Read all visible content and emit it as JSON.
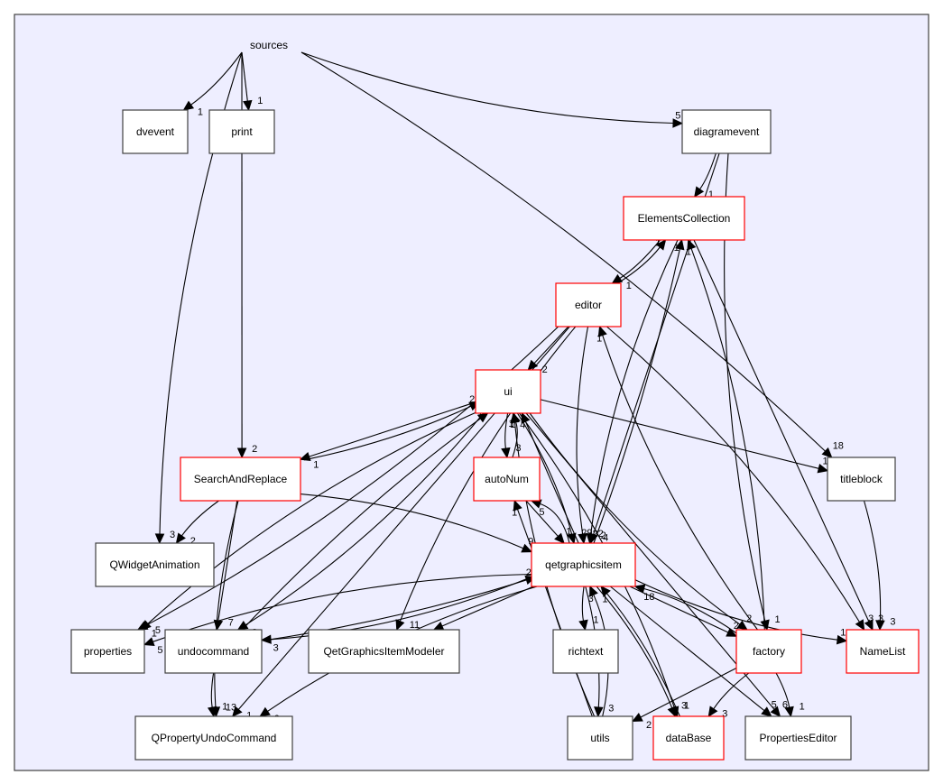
{
  "diagram": {
    "cluster_label": "sources",
    "colors": {
      "cluster_fill": "#eeeeff",
      "normal_border": "#404040",
      "highlight_border": "#ff0000",
      "edge": "#000000"
    },
    "nodes": [
      {
        "id": "dvevent",
        "label": "dvevent",
        "style": "normal"
      },
      {
        "id": "print",
        "label": "print",
        "style": "normal"
      },
      {
        "id": "diagramevent",
        "label": "diagramevent",
        "style": "normal"
      },
      {
        "id": "ElementsCollection",
        "label": "ElementsCollection",
        "style": "highlight"
      },
      {
        "id": "editor",
        "label": "editor",
        "style": "highlight"
      },
      {
        "id": "ui",
        "label": "ui",
        "style": "highlight"
      },
      {
        "id": "SearchAndReplace",
        "label": "SearchAndReplace",
        "style": "highlight"
      },
      {
        "id": "autoNum",
        "label": "autoNum",
        "style": "highlight"
      },
      {
        "id": "titleblock",
        "label": "titleblock",
        "style": "normal"
      },
      {
        "id": "QWidgetAnimation",
        "label": "QWidgetAnimation",
        "style": "normal"
      },
      {
        "id": "qetgraphicsitem",
        "label": "qetgraphicsitem",
        "style": "highlight"
      },
      {
        "id": "properties",
        "label": "properties",
        "style": "normal"
      },
      {
        "id": "undocommand",
        "label": "undocommand",
        "style": "normal"
      },
      {
        "id": "QetGraphicsItemModeler",
        "label": "QetGraphicsItemModeler",
        "style": "normal"
      },
      {
        "id": "richtext",
        "label": "richtext",
        "style": "normal"
      },
      {
        "id": "factory",
        "label": "factory",
        "style": "highlight"
      },
      {
        "id": "NameList",
        "label": "NameList",
        "style": "highlight"
      },
      {
        "id": "QPropertyUndoCommand",
        "label": "QPropertyUndoCommand",
        "style": "normal"
      },
      {
        "id": "utils",
        "label": "utils",
        "style": "normal"
      },
      {
        "id": "dataBase",
        "label": "dataBase",
        "style": "highlight"
      },
      {
        "id": "PropertiesEditor",
        "label": "PropertiesEditor",
        "style": "normal"
      }
    ],
    "edges": [
      {
        "from": "sources",
        "to": "dvevent",
        "weight": "1"
      },
      {
        "from": "sources",
        "to": "print",
        "weight": "1"
      },
      {
        "from": "sources",
        "to": "diagramevent",
        "weight": "5"
      },
      {
        "from": "sources",
        "to": "titleblock",
        "weight": "18"
      },
      {
        "from": "sources",
        "to": "SearchAndReplace",
        "weight": "2"
      },
      {
        "from": "sources",
        "to": "QWidgetAnimation",
        "weight": "3"
      },
      {
        "from": "diagramevent",
        "to": "ElementsCollection",
        "weight": "1"
      },
      {
        "from": "diagramevent",
        "to": "qetgraphicsitem",
        "weight": "4"
      },
      {
        "from": "diagramevent",
        "to": "factory",
        "weight": "1"
      },
      {
        "from": "ElementsCollection",
        "to": "editor",
        "weight": "1"
      },
      {
        "from": "ElementsCollection",
        "to": "NameList",
        "weight": "3"
      },
      {
        "from": "ElementsCollection",
        "to": "qetgraphicsitem",
        "weight": "2"
      },
      {
        "from": "editor",
        "to": "ElementsCollection",
        "weight": "1"
      },
      {
        "from": "editor",
        "to": "ui",
        "weight": "2"
      },
      {
        "from": "editor",
        "to": "qetgraphicsitem",
        "weight": "22"
      },
      {
        "from": "editor",
        "to": "properties",
        "weight": "1"
      },
      {
        "from": "editor",
        "to": "QPropertyUndoCommand",
        "weight": "1"
      },
      {
        "from": "editor",
        "to": "QetGraphicsItemModeler",
        "weight": "11"
      },
      {
        "from": "editor",
        "to": "NameList",
        "weight": "3"
      },
      {
        "from": "ui",
        "to": "SearchAndReplace",
        "weight": "1"
      },
      {
        "from": "ui",
        "to": "autoNum",
        "weight": "3"
      },
      {
        "from": "ui",
        "to": "qetgraphicsitem",
        "weight": "29"
      },
      {
        "from": "ui",
        "to": "titleblock",
        "weight": "1"
      },
      {
        "from": "ui",
        "to": "factory",
        "weight": "2"
      },
      {
        "from": "ui",
        "to": "dataBase",
        "weight": "1"
      },
      {
        "from": "ui",
        "to": "PropertiesEditor",
        "weight": "6"
      },
      {
        "from": "ui",
        "to": "properties",
        "weight": "5"
      },
      {
        "from": "ui",
        "to": "undocommand",
        "weight": "2"
      },
      {
        "from": "SearchAndReplace",
        "to": "ui",
        "weight": "2"
      },
      {
        "from": "SearchAndReplace",
        "to": "QWidgetAnimation",
        "weight": "2"
      },
      {
        "from": "SearchAndReplace",
        "to": "qetgraphicsitem",
        "weight": "9"
      },
      {
        "from": "SearchAndReplace",
        "to": "undocommand",
        "weight": "7"
      },
      {
        "from": "SearchAndReplace",
        "to": "QPropertyUndoCommand",
        "weight": "13"
      },
      {
        "from": "autoNum",
        "to": "ui",
        "weight": "1"
      },
      {
        "from": "autoNum",
        "to": "qetgraphicsitem",
        "weight": "1"
      },
      {
        "from": "qetgraphicsitem",
        "to": "autoNum",
        "weight": "5"
      },
      {
        "from": "qetgraphicsitem",
        "to": "ui",
        "weight": "4"
      },
      {
        "from": "qetgraphicsitem",
        "to": "ElementsCollection",
        "weight": "1"
      },
      {
        "from": "qetgraphicsitem",
        "to": "properties",
        "weight": "5"
      },
      {
        "from": "qetgraphicsitem",
        "to": "undocommand",
        "weight": "3"
      },
      {
        "from": "qetgraphicsitem",
        "to": "QetGraphicsItemModeler",
        "weight": "3"
      },
      {
        "from": "qetgraphicsitem",
        "to": "richtext",
        "weight": "1"
      },
      {
        "from": "qetgraphicsitem",
        "to": "utils",
        "weight": "3"
      },
      {
        "from": "qetgraphicsitem",
        "to": "factory",
        "weight": "2"
      },
      {
        "from": "qetgraphicsitem",
        "to": "NameList",
        "weight": "1"
      },
      {
        "from": "qetgraphicsitem",
        "to": "dataBase",
        "weight": "3"
      },
      {
        "from": "qetgraphicsitem",
        "to": "PropertiesEditor",
        "weight": "5"
      },
      {
        "from": "qetgraphicsitem",
        "to": "QPropertyUndoCommand",
        "weight": "6"
      },
      {
        "from": "undocommand",
        "to": "ui",
        "weight": "1"
      },
      {
        "from": "undocommand",
        "to": "qetgraphicsitem",
        "weight": "23"
      },
      {
        "from": "undocommand",
        "to": "QPropertyUndoCommand",
        "weight": "1"
      },
      {
        "from": "titleblock",
        "to": "NameList",
        "weight": "3"
      },
      {
        "from": "factory",
        "to": "qetgraphicsitem",
        "weight": "18"
      },
      {
        "from": "factory",
        "to": "ElementsCollection",
        "weight": "1"
      },
      {
        "from": "factory",
        "to": "editor",
        "weight": "1"
      },
      {
        "from": "factory",
        "to": "utils",
        "weight": "2"
      },
      {
        "from": "factory",
        "to": "dataBase",
        "weight": "3"
      },
      {
        "from": "factory",
        "to": "PropertiesEditor",
        "weight": "1"
      },
      {
        "from": "utils",
        "to": "autoNum",
        "weight": "1"
      },
      {
        "from": "utils",
        "to": "qetgraphicsitem",
        "weight": "3"
      },
      {
        "from": "utils",
        "to": "ui",
        "weight": "1"
      },
      {
        "from": "dataBase",
        "to": "qetgraphicsitem",
        "weight": "1"
      }
    ]
  }
}
